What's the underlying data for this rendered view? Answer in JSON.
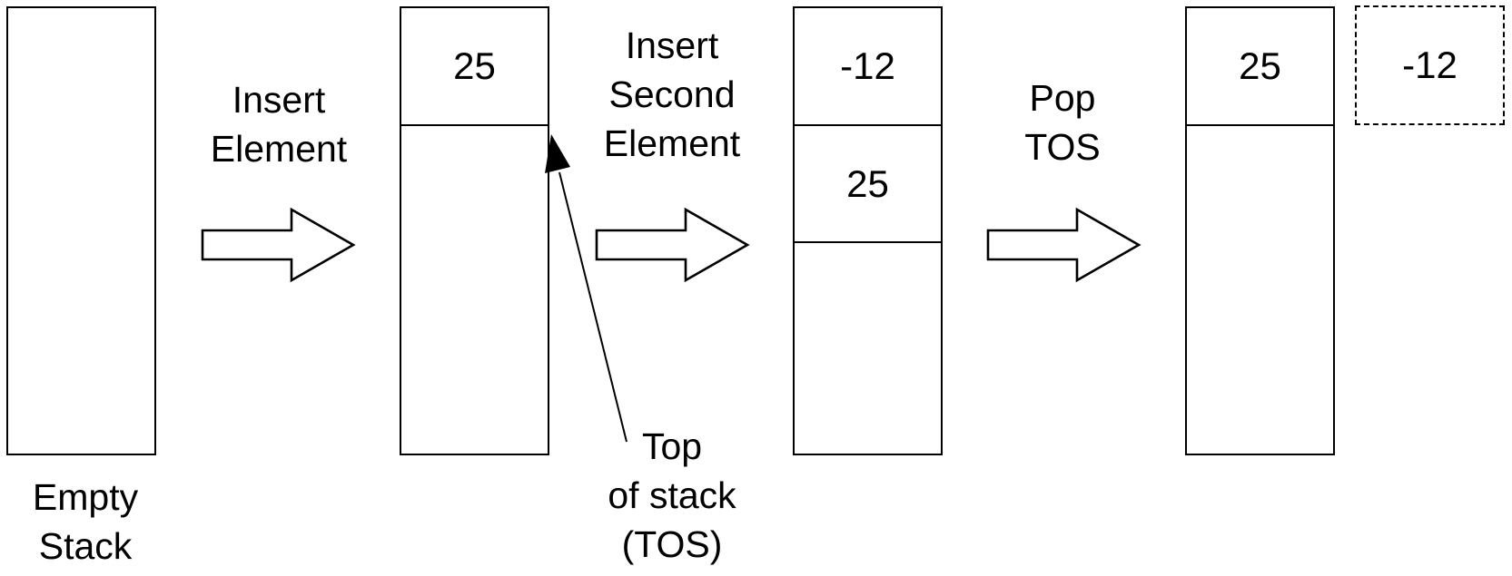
{
  "diagram": {
    "background_color": "#ffffff",
    "stroke_color": "#000000",
    "stages": [
      {
        "caption": "Empty\nStack",
        "cells": []
      },
      {
        "caption": "",
        "cells": [
          {
            "value": "25"
          }
        ]
      },
      {
        "caption": "",
        "cells": [
          {
            "value": "-12"
          },
          {
            "value": "25"
          }
        ]
      },
      {
        "caption": "",
        "cells": [
          {
            "value": "25"
          }
        ]
      }
    ],
    "operations": [
      {
        "label": "Insert\nElement"
      },
      {
        "label": "Insert\nSecond\nElement"
      },
      {
        "label": "Pop\nTOS"
      }
    ],
    "annotations": {
      "tos_label": "Top\nof stack\n(TOS)",
      "popped_cell_value": "-12"
    }
  }
}
